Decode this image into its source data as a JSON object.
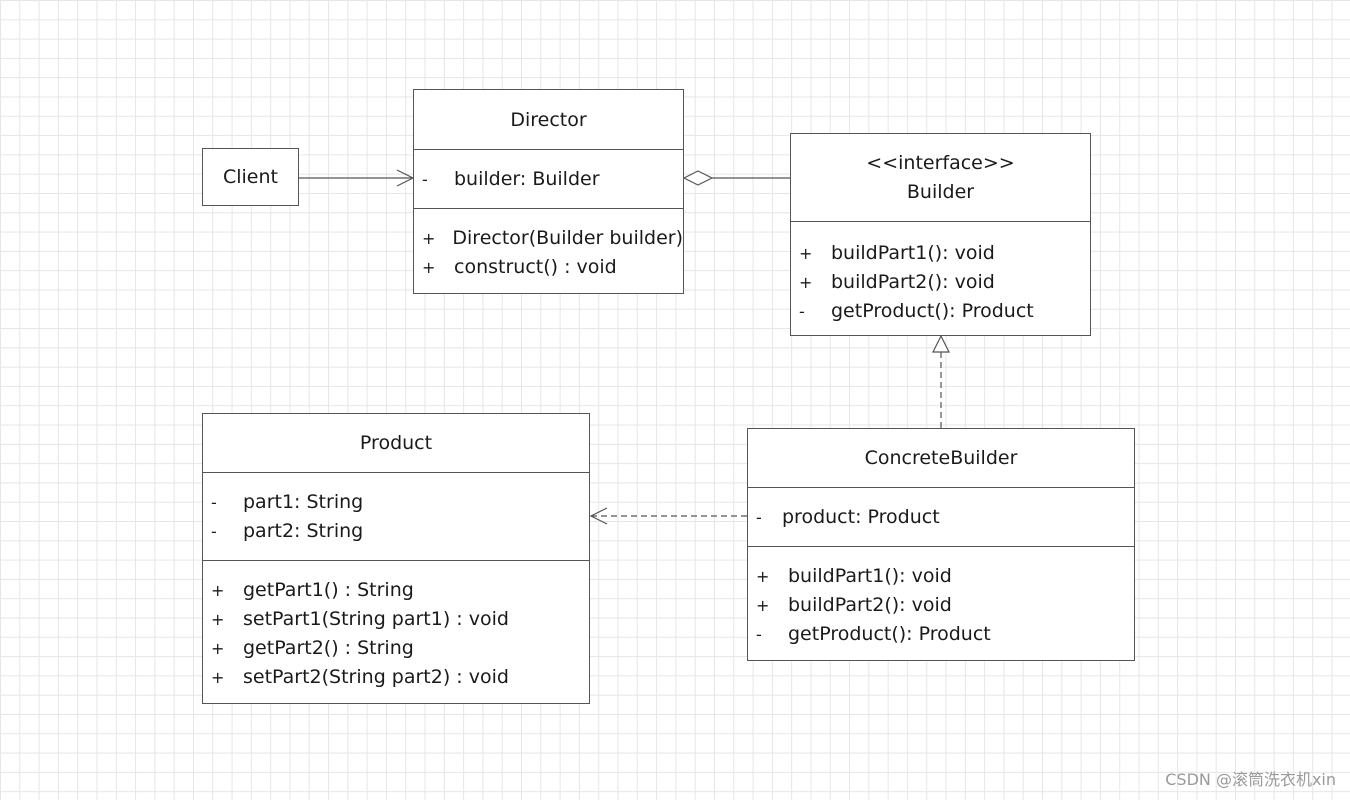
{
  "colors": {
    "line": "#555555",
    "grid": "#e6e6e6",
    "box_fill": "#ffffff",
    "watermark": "#9a9a9a"
  },
  "client": {
    "name": "Client"
  },
  "director": {
    "name": "Director",
    "attributes": [
      {
        "vis": "-",
        "text": "builder: Builder"
      }
    ],
    "methods": [
      {
        "vis": "+",
        "text": "Director(Builder builder)"
      },
      {
        "vis": "+",
        "text": "construct() : void"
      }
    ]
  },
  "builder": {
    "stereotype": "<<interface>>",
    "name": "Builder",
    "methods": [
      {
        "vis": "+",
        "text": "buildPart1(): void"
      },
      {
        "vis": "+",
        "text": "buildPart2(): void"
      },
      {
        "vis": "-",
        "text": "getProduct(): Product"
      }
    ]
  },
  "product": {
    "name": "Product",
    "attributes": [
      {
        "vis": "-",
        "text": "part1: String"
      },
      {
        "vis": "-",
        "text": "part2: String"
      }
    ],
    "methods": [
      {
        "vis": "+",
        "text": "getPart1() : String"
      },
      {
        "vis": "+",
        "text": "setPart1(String part1) : void"
      },
      {
        "vis": "+",
        "text": "getPart2() : String"
      },
      {
        "vis": "+",
        "text": "setPart2(String part2) : void"
      }
    ]
  },
  "concrete_builder": {
    "name": "ConcreteBuilder",
    "attributes": [
      {
        "vis": "-",
        "text": "product: Product"
      }
    ],
    "methods": [
      {
        "vis": "+",
        "text": "buildPart1(): void"
      },
      {
        "vis": "+",
        "text": "buildPart2(): void"
      },
      {
        "vis": "-",
        "text": "getProduct(): Product"
      }
    ]
  },
  "watermark": "CSDN @滚筒洗衣机xin"
}
